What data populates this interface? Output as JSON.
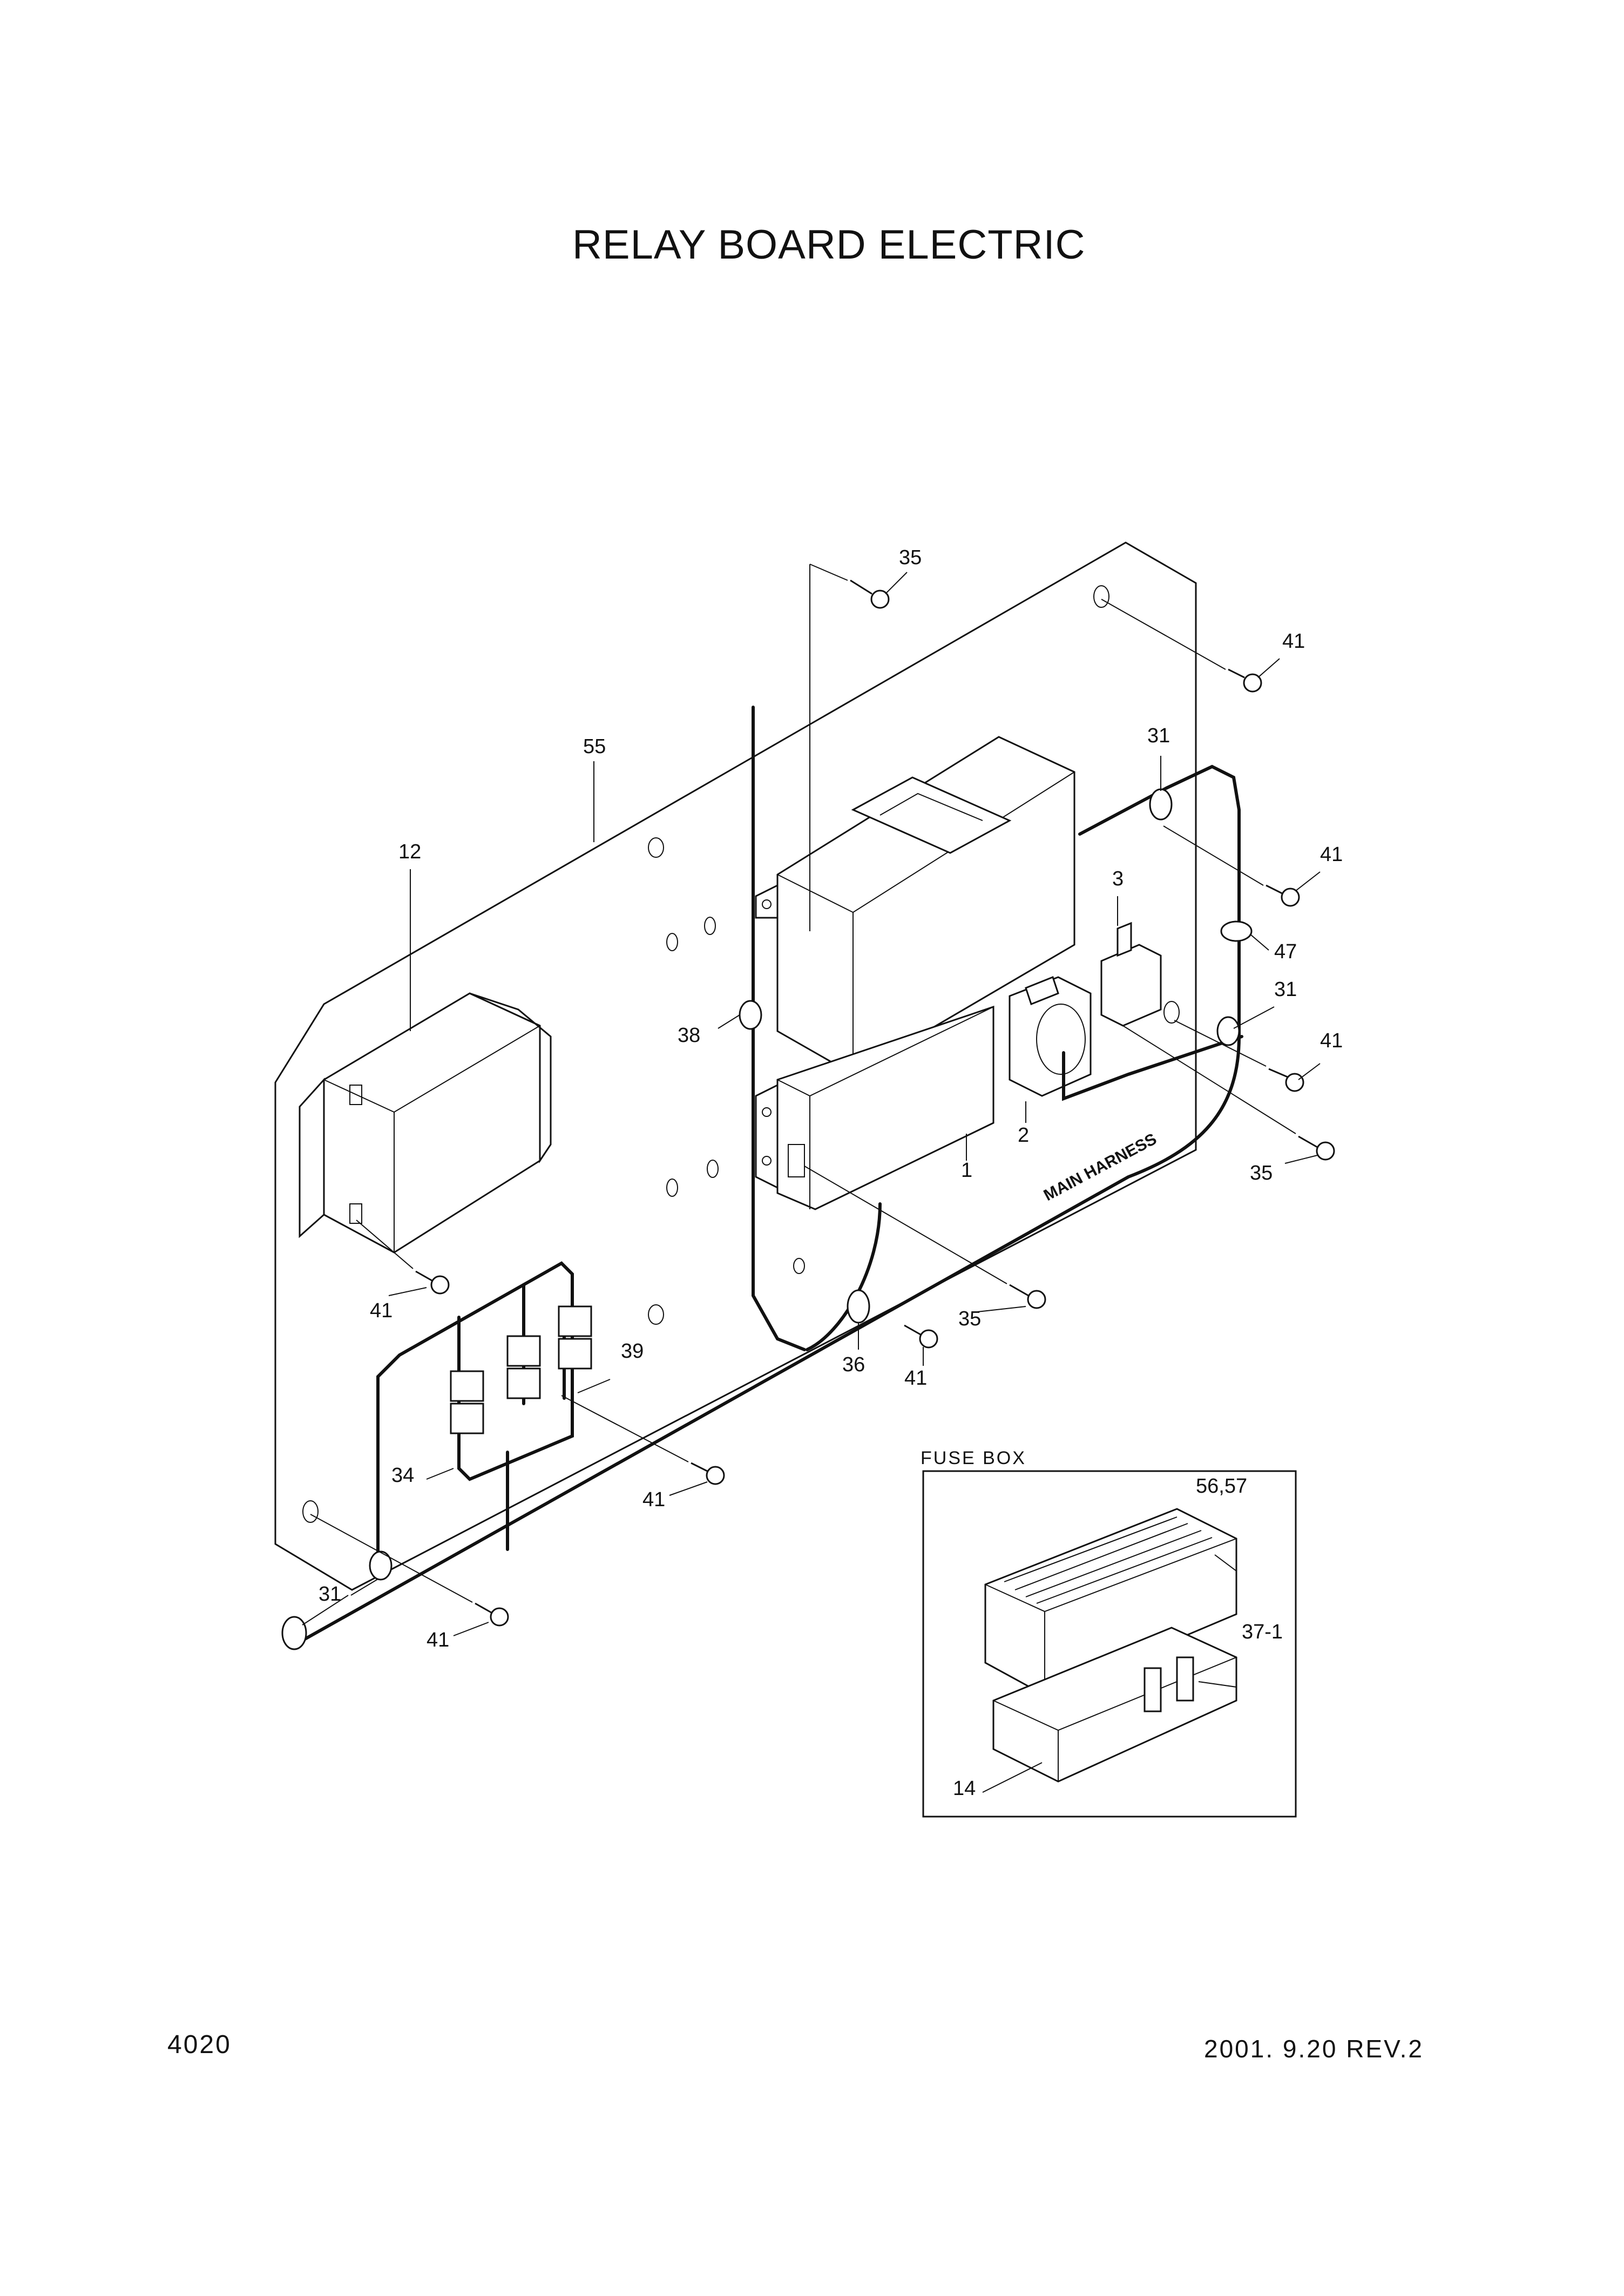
{
  "title": "RELAY BOARD ELECTRIC",
  "page_number": "4020",
  "date_rev": "2001. 9.20  REV.2",
  "fuse_box_label": "FUSE BOX",
  "harness_label": "MAIN HARNESS",
  "callouts": {
    "c35_top": "35",
    "c41_top": "41",
    "c55": "55",
    "c31_top": "31",
    "c12": "12",
    "c41_right1": "41",
    "c3": "3",
    "c47": "47",
    "c31_mid": "31",
    "c38": "38",
    "c41_right2": "41",
    "c2": "2",
    "c1": "1",
    "c35_right": "35",
    "c41_left": "41",
    "c35_mid": "35",
    "c39": "39",
    "c36": "36",
    "c41_mid": "41",
    "c34": "34",
    "c41_lower": "41",
    "c31_bottom": "31",
    "c41_bottom": "41",
    "c56_57": "56,57",
    "c37_1": "37-1",
    "c14": "14"
  }
}
